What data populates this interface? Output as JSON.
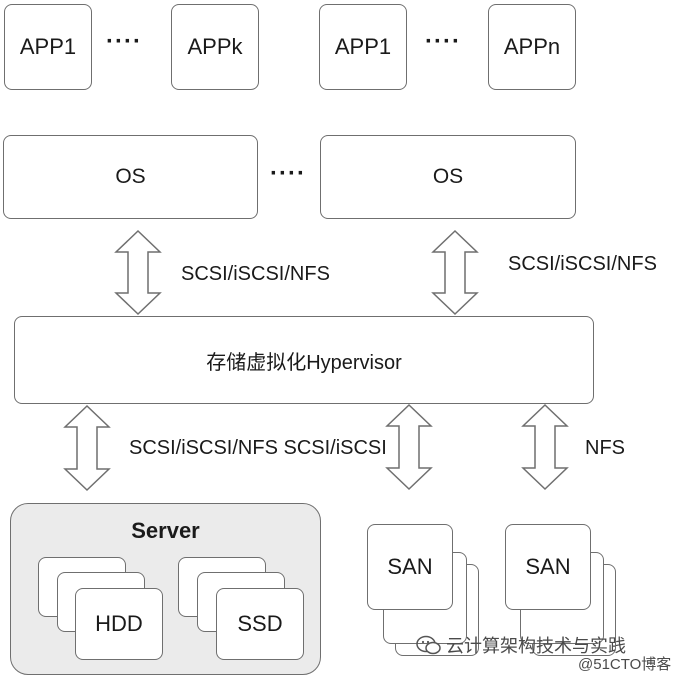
{
  "apps_left": {
    "first": "APP1",
    "dots": "····",
    "last": "APPk"
  },
  "apps_right": {
    "first": "APP1",
    "dots": "····",
    "last": "APPn"
  },
  "os_layer": {
    "left": "OS",
    "dots": "····",
    "right": "OS"
  },
  "protocols": {
    "top_left": "SCSI/iSCSI/NFS",
    "top_right": "SCSI/iSCSI/NFS",
    "bottom_left": "SCSI/iSCSI/NFS SCSI/iSCSI",
    "bottom_right": "NFS"
  },
  "hypervisor": {
    "label": "存储虚拟化Hypervisor"
  },
  "server": {
    "title": "Server",
    "disk_left": "HDD",
    "disk_right": "SSD"
  },
  "san": {
    "left": "SAN",
    "right": "SAN"
  },
  "watermark": {
    "line1": "云计算架构技术与实践",
    "line2": "@51CTO博客"
  }
}
